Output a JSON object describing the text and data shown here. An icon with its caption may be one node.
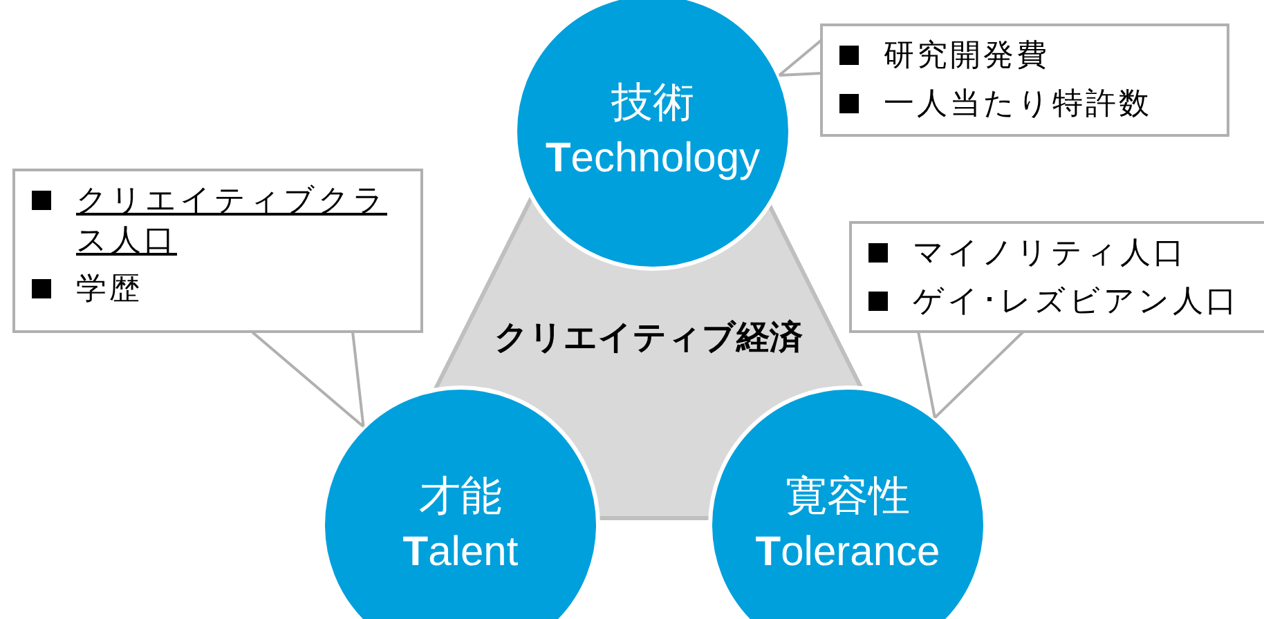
{
  "diagram": {
    "nodes": [
      {
        "text": [
          "クリエイティブ経済"
        ]
      },
      {
        "text": [
          "技術",
          "**T**echnology"
        ]
      },
      {
        "text": [
          "才能",
          "**T**alent"
        ]
      },
      {
        "text": [
          "寛容性",
          "**T**olerance"
        ]
      },
      {
        "text": [
          "研究開発費",
          "一人当たり特許数"
        ]
      },
      {
        "text": [
          "クリエイティブクラス人口",
          "学歴"
        ]
      },
      {
        "text": [
          "マイノリティ人口",
          "ゲイ･レズビアン人口"
        ]
      }
    ],
    "edges": [
      {
        "from": 4,
        "to": 1,
        "arrow": "none"
      },
      {
        "from": 5,
        "to": 2,
        "arrow": "none"
      },
      {
        "from": 6,
        "to": 3,
        "arrow": "none"
      }
    ]
  }
}
